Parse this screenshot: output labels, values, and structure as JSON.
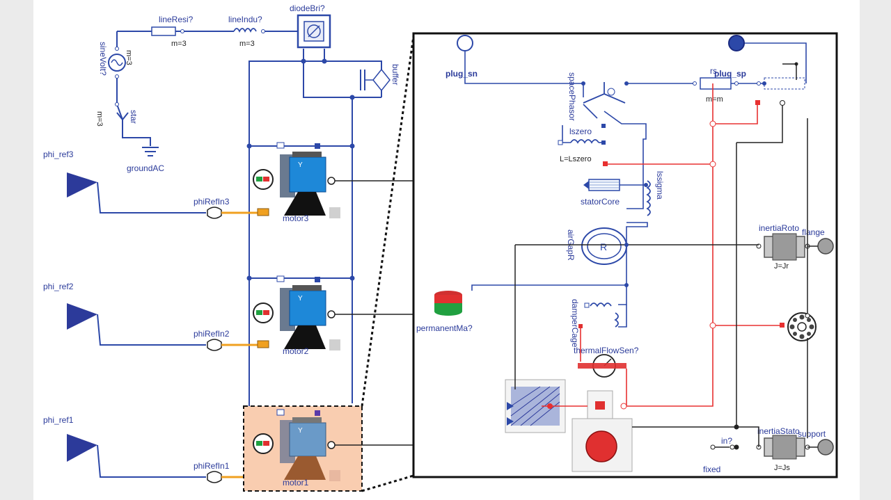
{
  "diagram": {
    "labels": {
      "lineResi": "lineResi?",
      "lineResiParam": "m=3",
      "lineIndu": "lineIndu?",
      "lineInduParam": "m=3",
      "diodeBri": "diodeBri?",
      "sineVolt": "sineVolt?",
      "sineParam": "m=3",
      "star": "star",
      "starParam": "m=3",
      "groundAC": "groundAC",
      "buffer": "buffer",
      "phi_ref3": "phi_ref3",
      "phi_ref2": "phi_ref2",
      "phi_ref1": "phi_ref1",
      "phiRefIn3": "phiRefIn3",
      "phiRefIn2": "phiRefIn2",
      "phiRefIn1": "phiRefIn1",
      "motor3": "motor3",
      "motor2": "motor2",
      "motor1": "motor1",
      "plug_sn": "plug_sn",
      "plug_sp": "plug_sp",
      "rs": "rs",
      "rsParam": "m=m",
      "spacePhasor": "spacePhasor",
      "lszero": "lszero",
      "lszeroParam": "L=Lszero",
      "lssigma": "lssigma",
      "statorCore": "statorCore",
      "airGapR": "airGapR",
      "inertiaRotor": "inertiaRoto",
      "inertiaRotorParam": "J=Jr",
      "flange": "flange",
      "permanentMagnet": "permanentMa?",
      "damperCage": "damperCage",
      "thermal": "thermalFlowSen?",
      "inertiaStator": "inertiaStato",
      "inertiaStatorParam": "J=Js",
      "support": "support",
      "fixed": "fixed",
      "internalSupport": "in?"
    },
    "colors": {
      "wire_blue": "#2c48a8",
      "wire_red": "#e83030",
      "wire_black": "#222222",
      "wire_orange": "#f0a020",
      "motor_blue": "#1e88d8",
      "highlight_fill": "#f9cdb0"
    }
  }
}
